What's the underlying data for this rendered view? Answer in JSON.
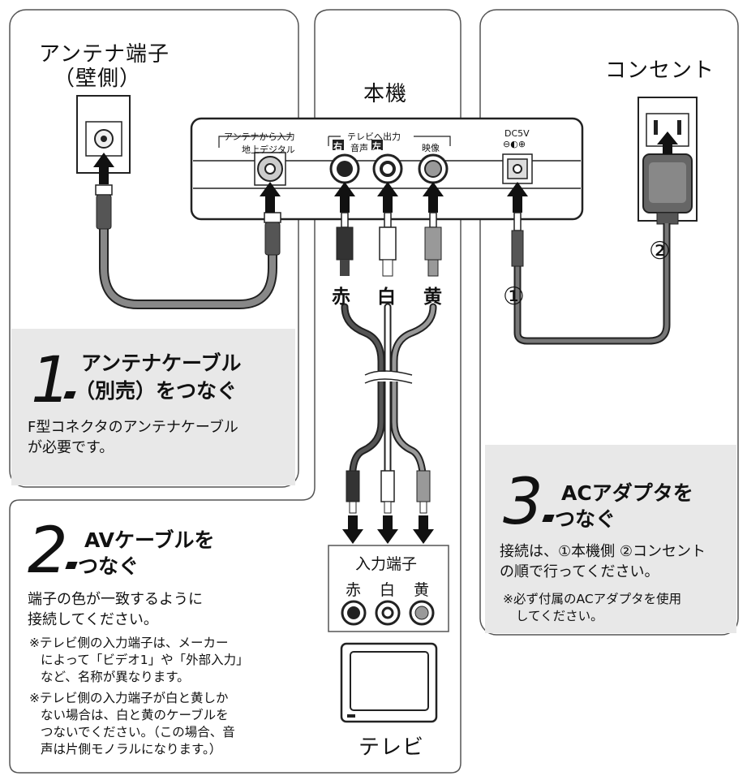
{
  "antenna_terminal": {
    "line1": "アンテナ端子",
    "line2": "（壁側）"
  },
  "device": {
    "title": "本機",
    "input_label": "アンテナから入力",
    "input_sublabel": "地上デジタル",
    "output_label": "テレビへ出力",
    "right_tag": "右",
    "audio_label": "音声",
    "left_tag": "左",
    "video_label": "映像",
    "dc_label": "DC5V",
    "dc_symbol": "⊖◐⊕"
  },
  "outlet": {
    "title": "コンセント"
  },
  "plug_colors": {
    "red": "赤",
    "white": "白",
    "yellow": "黄"
  },
  "circled": {
    "one": "①",
    "two": "②"
  },
  "step1": {
    "number": "1",
    "title_line1": "アンテナケーブル",
    "title_line2": "（別売）をつなぐ",
    "desc_line1": "F型コネクタのアンテナケーブル",
    "desc_line2": "が必要です。"
  },
  "step2": {
    "number": "2",
    "title_line1": "AVケーブルを",
    "title_line2": "つなぐ",
    "desc_line1": "端子の色が一致するように",
    "desc_line2": "接続してください。",
    "note1_line1": "※テレビ側の入力端子は、メーカー",
    "note1_line2": "によって「ビデオ1」や「外部入力」",
    "note1_line3": "など、名称が異なります。",
    "note2_line1": "※テレビ側の入力端子が白と黄しか",
    "note2_line2": "ない場合は、白と黄のケーブルを",
    "note2_line3": "つないでください。（この場合、音",
    "note2_line4": "声は片側モノラルになります。）"
  },
  "step3": {
    "number": "3",
    "title_line1": "ACアダプタを",
    "title_line2": "つなぐ",
    "desc_line1": "接続は、①本機側 ②コンセント",
    "desc_line2": "の順で行ってください。",
    "note_line1": "※必ず付属のACアダプタを使用",
    "note_line2": "してください。"
  },
  "tv": {
    "input_title": "入力端子",
    "red": "赤",
    "white": "白",
    "yellow": "黄",
    "label": "テレビ"
  }
}
